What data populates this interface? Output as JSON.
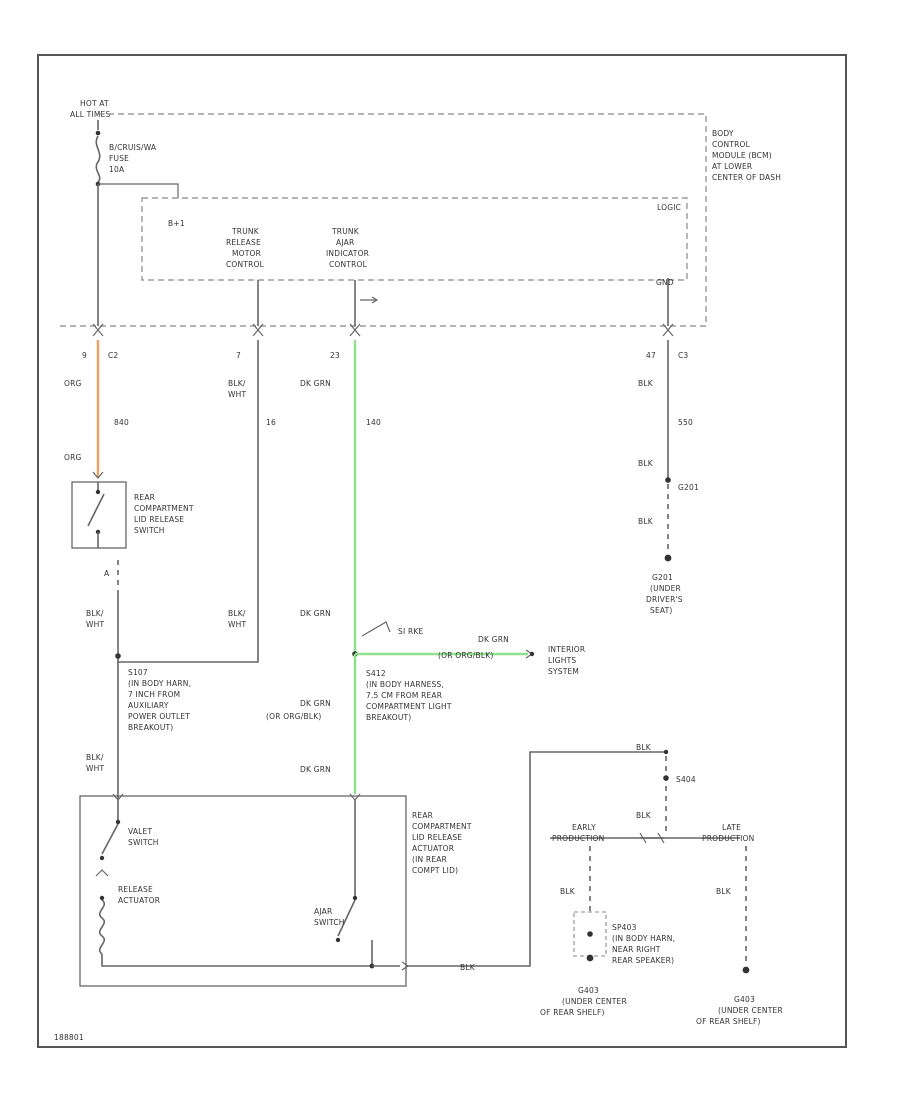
{
  "colors": {
    "orange_wire": "#f0a060",
    "green_wire": "#90e090",
    "line": "#666666",
    "text": "#333333"
  },
  "power": {
    "hot_line1": "HOT AT",
    "hot_line2": "ALL TIMES",
    "fuse_line1": "B/CRUIS/WA",
    "fuse_line2": "FUSE",
    "fuse_line3": "10A"
  },
  "bcm": {
    "label_lines": [
      "BODY",
      "CONTROL",
      "MODULE (BCM)",
      "AT LOWER",
      "CENTER OF DASH"
    ],
    "inner_left": "B+1",
    "inner_right": "LOGIC",
    "trunk_release_lines": [
      "TRUNK",
      "RELEASE",
      "MOTOR",
      "CONTROL"
    ],
    "trunk_ajar_lines": [
      "TRUNK",
      "AJAR",
      "INDICATOR",
      "CONTROL"
    ],
    "ground_label": "GND"
  },
  "pins": {
    "p1_num": "9",
    "p1_conn": "C2",
    "p2_num": "7",
    "p3_num": "23",
    "p4_num": "47",
    "p4_conn": "C3"
  },
  "wires": {
    "org_top": "ORG",
    "org_circuit": "840",
    "org_bottom": "ORG",
    "blk_wht_1": "BLK/",
    "blk_wht_2": "WHT",
    "circuit_16": "16",
    "dk_grn": "DK GRN",
    "circuit_140": "140",
    "blk": "BLK",
    "circuit_550": "550",
    "g201_label": "G201",
    "dk_grn_or_org_blk": "(OR ORG/BLK)"
  },
  "switch": {
    "label_lines": [
      "REAR",
      "COMPARTMENT",
      "LID RELEASE",
      "SWITCH"
    ],
    "pin": "A"
  },
  "splices": {
    "s107_lines": [
      "S107",
      "(IN BODY HARN,",
      "7 INCH FROM",
      "AUXILIARY",
      "POWER OUTLET",
      "BREAKOUT)"
    ],
    "s412_lines": [
      "S412",
      "(IN BODY HARNESS,",
      "7.5 CM FROM REAR",
      "COMPARTMENT LIGHT",
      "BREAKOUT)"
    ],
    "s412_ref": "SI RKE",
    "s404_label": "S404"
  },
  "ground_g201": {
    "label_lines": [
      "G201",
      "(UNDER",
      "DRIVER'S",
      "SEAT)"
    ]
  },
  "interior": {
    "label_lines": [
      "INTERIOR",
      "LIGHTS",
      "SYSTEM"
    ]
  },
  "actuator": {
    "label_lines": [
      "REAR",
      "COMPARTMENT",
      "LID RELEASE",
      "ACTUATOR",
      "(IN REAR",
      "COMPT LID)"
    ],
    "valet_lines": [
      "VALET",
      "SWITCH"
    ],
    "release_lines": [
      "RELEASE",
      "ACTUATOR"
    ],
    "ajar_lines": [
      "AJAR",
      "SWITCH"
    ]
  },
  "production": {
    "early": "EARLY",
    "early2": "PRODUCTION",
    "late": "LATE",
    "late2": "PRODUCTION"
  },
  "ground_g403": {
    "splice_lines": [
      "SP403",
      "(IN BODY HARN,",
      "NEAR RIGHT",
      "REAR SPEAKER)"
    ],
    "left_lines": [
      "G403",
      "(UNDER CENTER",
      "OF REAR SHELF)"
    ],
    "right_lines": [
      "G403",
      "(UNDER CENTER",
      "OF REAR SHELF)"
    ]
  },
  "footer": {
    "code": "188801"
  }
}
